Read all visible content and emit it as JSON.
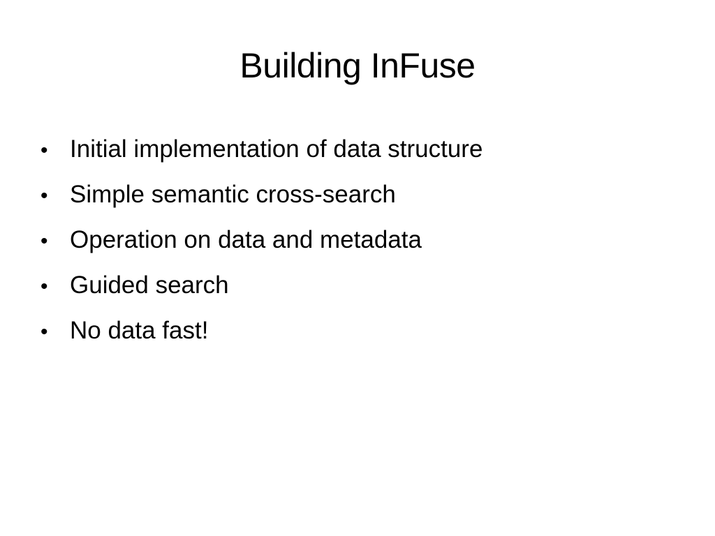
{
  "slide": {
    "title": "Building InFuse",
    "bullets": [
      "Initial implementation of data structure",
      "Simple semantic cross-search",
      "Operation on data and metadata",
      "Guided search",
      "No data fast!"
    ]
  }
}
